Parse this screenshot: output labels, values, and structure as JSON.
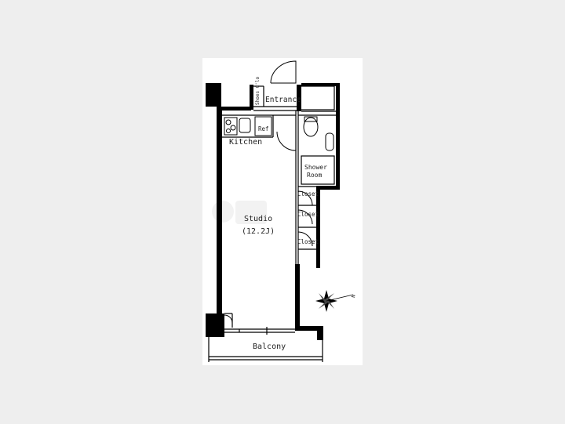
{
  "floorplan": {
    "rooms": {
      "entrance": "Entrance",
      "shoes_closet": "Shoes C'lo",
      "kitchen": "Kitchen",
      "refrigerator": "Ref",
      "shower_room_line1": "Shower",
      "shower_room_line2": "Room",
      "closet_1": "Closet",
      "closet_2": "Closet",
      "closet_3": "Closet",
      "studio": "Studio",
      "studio_size": "(12.2J)",
      "balcony": "Balcony"
    },
    "compass": {
      "north_label": "N"
    }
  }
}
